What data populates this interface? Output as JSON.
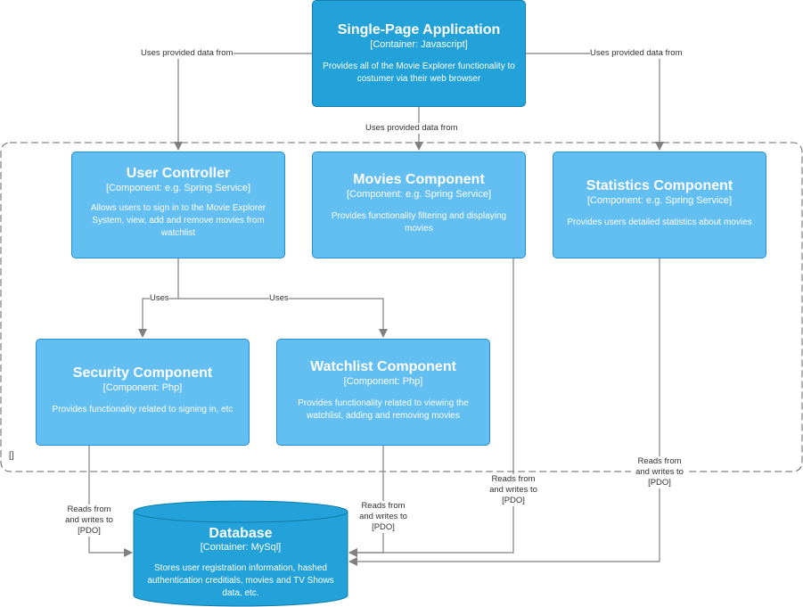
{
  "spa": {
    "title": "Single-Page Application",
    "tech": "[Container: Javascript]",
    "desc": "Provides all of the Movie Explorer functionality to costumer via their web browser"
  },
  "boundary_label": "[]",
  "components": {
    "user_controller": {
      "title": "User Controller",
      "tech": "[Component: e.g. Spring Service]",
      "desc": "Allows users to sign in to the Movie Explorer System, view, add and remove movies from watchlist"
    },
    "movies": {
      "title": "Movies Component",
      "tech": "[Component: e.g. Spring Service]",
      "desc": "Provides functionality filtering and displaying movies"
    },
    "statistics": {
      "title": "Statistics Component",
      "tech": "[Component: e.g. Spring Service]",
      "desc": "Provides users detailed statistics about movies"
    },
    "security": {
      "title": "Security Component",
      "tech": "[Component: Php]",
      "desc": "Provides functionality related to signing in, etc"
    },
    "watchlist": {
      "title": "Watchlist Component",
      "tech": "[Component: Php]",
      "desc": "Provides functionality related to viewing the watchlist, adding and removing movies"
    }
  },
  "database": {
    "title": "Database",
    "tech": "[Container: MySql]",
    "desc": "Stores user registration information, hashed authentication creditials, movies and TV Shows data, etc."
  },
  "edges": {
    "spa_to_user": "Uses provided data from",
    "spa_to_movies": "Uses provided data from",
    "spa_to_stats": "Uses provided data from",
    "user_to_security": "Uses",
    "user_to_watchlist": "Uses",
    "security_db_1": "Reads from",
    "security_db_2": "and writes to",
    "security_db_3": "[PDO]",
    "watchlist_db_1": "Reads from",
    "watchlist_db_2": "and writes to",
    "watchlist_db_3": "[PDO]",
    "movies_db_1": "Reads from",
    "movies_db_2": "and writes to",
    "movies_db_3": "[PDO]",
    "stats_db_1": "Reads from",
    "stats_db_2": "and writes to",
    "stats_db_3": "[PDO]"
  },
  "colors": {
    "container_fill": "#23A2D9",
    "component_fill": "#63BEF2",
    "line": "#808080",
    "boundary_stroke": "#666666"
  }
}
